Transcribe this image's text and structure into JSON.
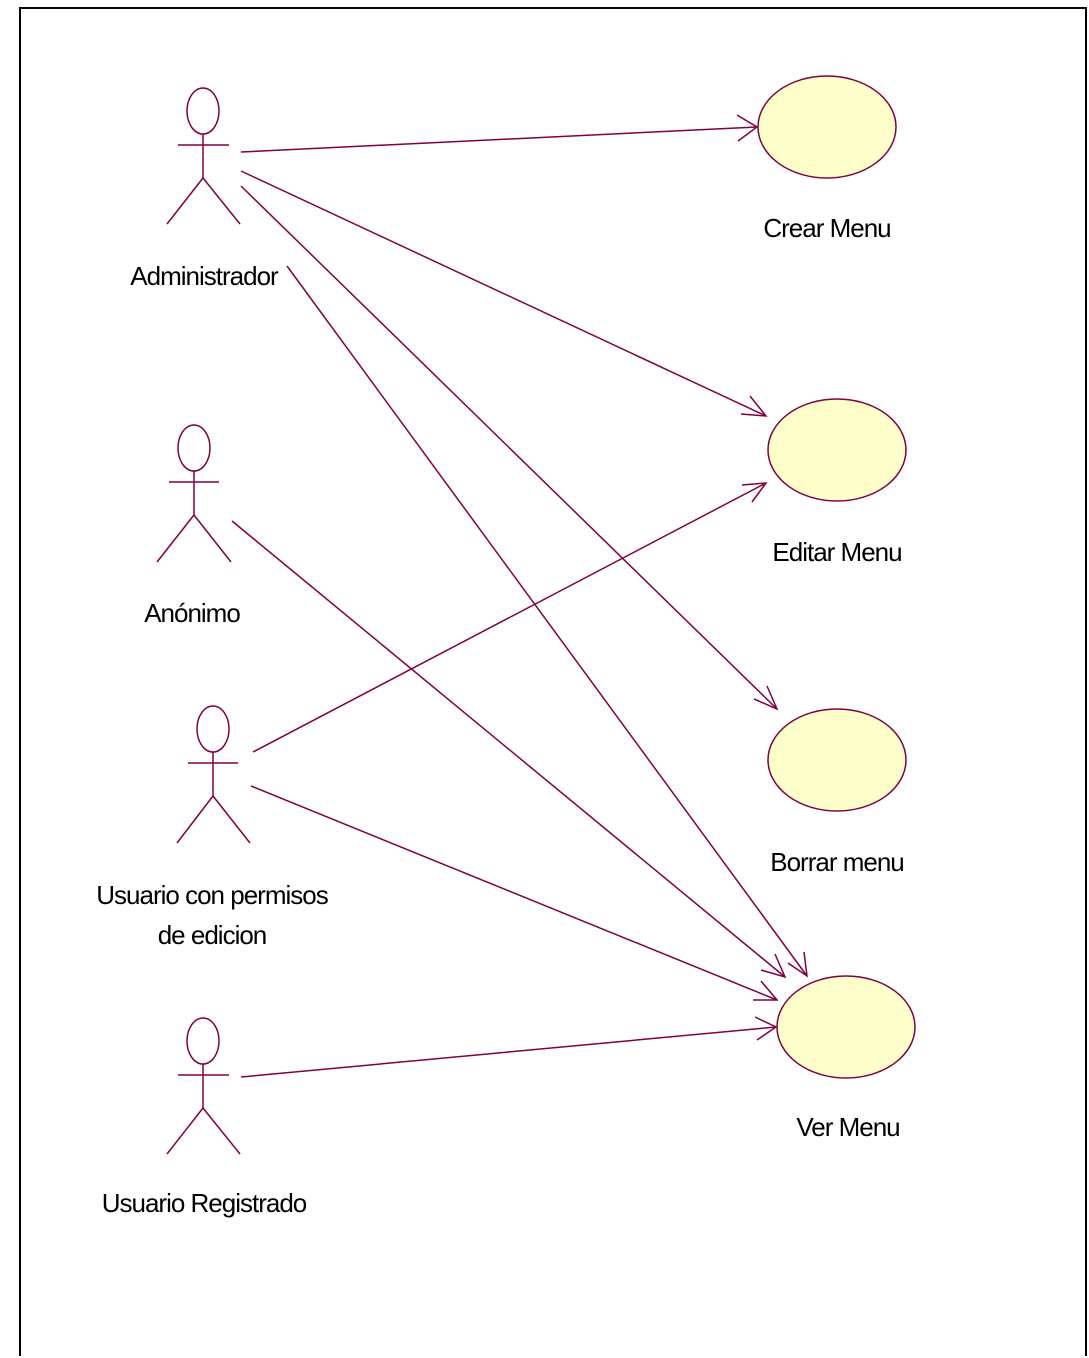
{
  "colors": {
    "line": "#800040",
    "usecase_fill": "#ffffcc",
    "frame": "#000000",
    "text": "#000000"
  },
  "actors": {
    "administrador": "Administrador",
    "anonimo": "Anónimo",
    "usuario_edicion_line1": "Usuario con permisos",
    "usuario_edicion_line2": "de edicion",
    "usuario_registrado": "Usuario Registrado"
  },
  "use_cases": {
    "crear": "Crear Menu",
    "editar": "Editar Menu",
    "borrar": "Borrar menu",
    "ver": "Ver Menu"
  },
  "associations": [
    {
      "from": "Administrador",
      "to": "Crear Menu"
    },
    {
      "from": "Administrador",
      "to": "Editar Menu"
    },
    {
      "from": "Administrador",
      "to": "Borrar menu"
    },
    {
      "from": "Administrador",
      "to": "Ver Menu"
    },
    {
      "from": "Anónimo",
      "to": "Ver Menu"
    },
    {
      "from": "Usuario con permisos de edicion",
      "to": "Editar Menu"
    },
    {
      "from": "Usuario con permisos de edicion",
      "to": "Ver Menu"
    },
    {
      "from": "Usuario Registrado",
      "to": "Ver Menu"
    }
  ]
}
